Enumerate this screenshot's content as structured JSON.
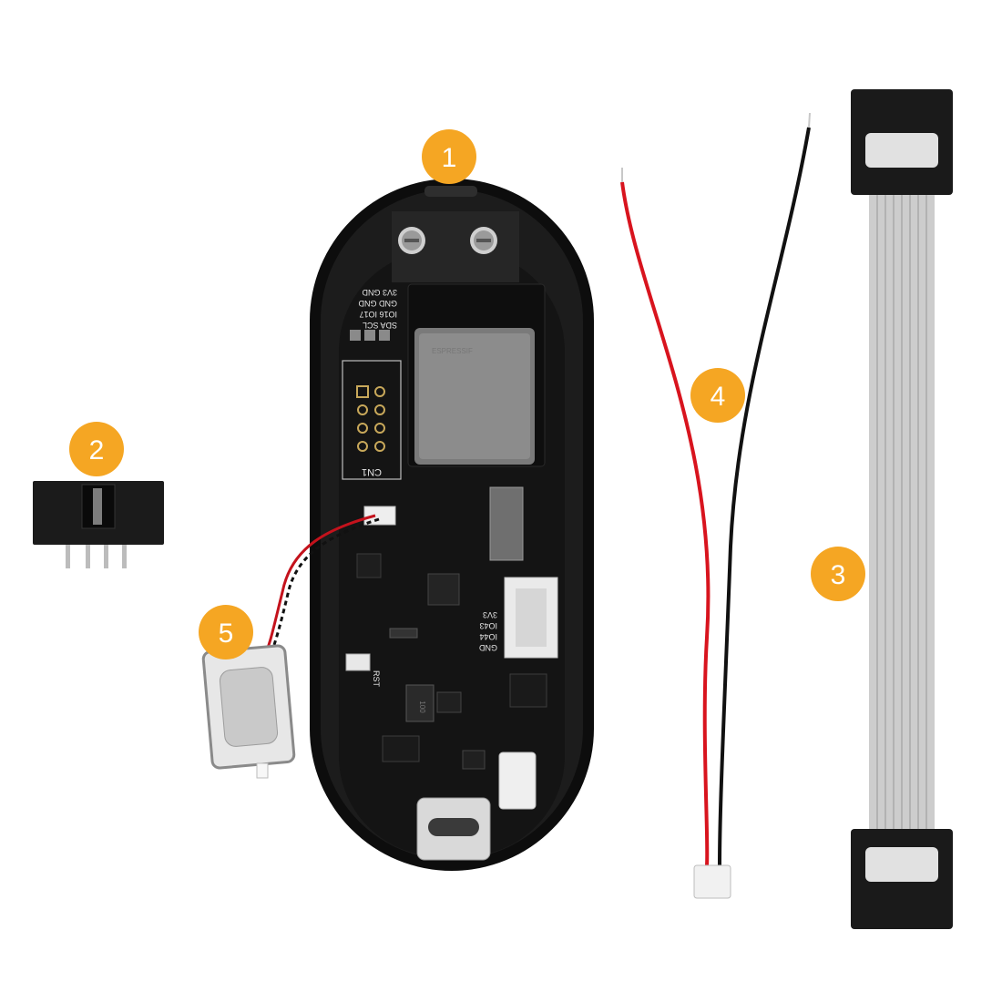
{
  "callouts": [
    {
      "id": "1",
      "label": "1"
    },
    {
      "id": "2",
      "label": "2"
    },
    {
      "id": "3",
      "label": "3"
    },
    {
      "id": "4",
      "label": "4"
    },
    {
      "id": "5",
      "label": "5"
    }
  ],
  "silkscreen": {
    "row1": "SDA  SCL",
    "row2": "IO16 IO17",
    "row3": "GND  GND",
    "row4": "3V3  GND",
    "cn1": "CN1",
    "io44": "IO44",
    "io43": "IO43",
    "gnd": "GND",
    "v3": "3V3",
    "rst": "RST",
    "inductor": "100"
  },
  "colors": {
    "badge": "#F5A623",
    "board": "#141414",
    "case": "#0d0d0d"
  }
}
